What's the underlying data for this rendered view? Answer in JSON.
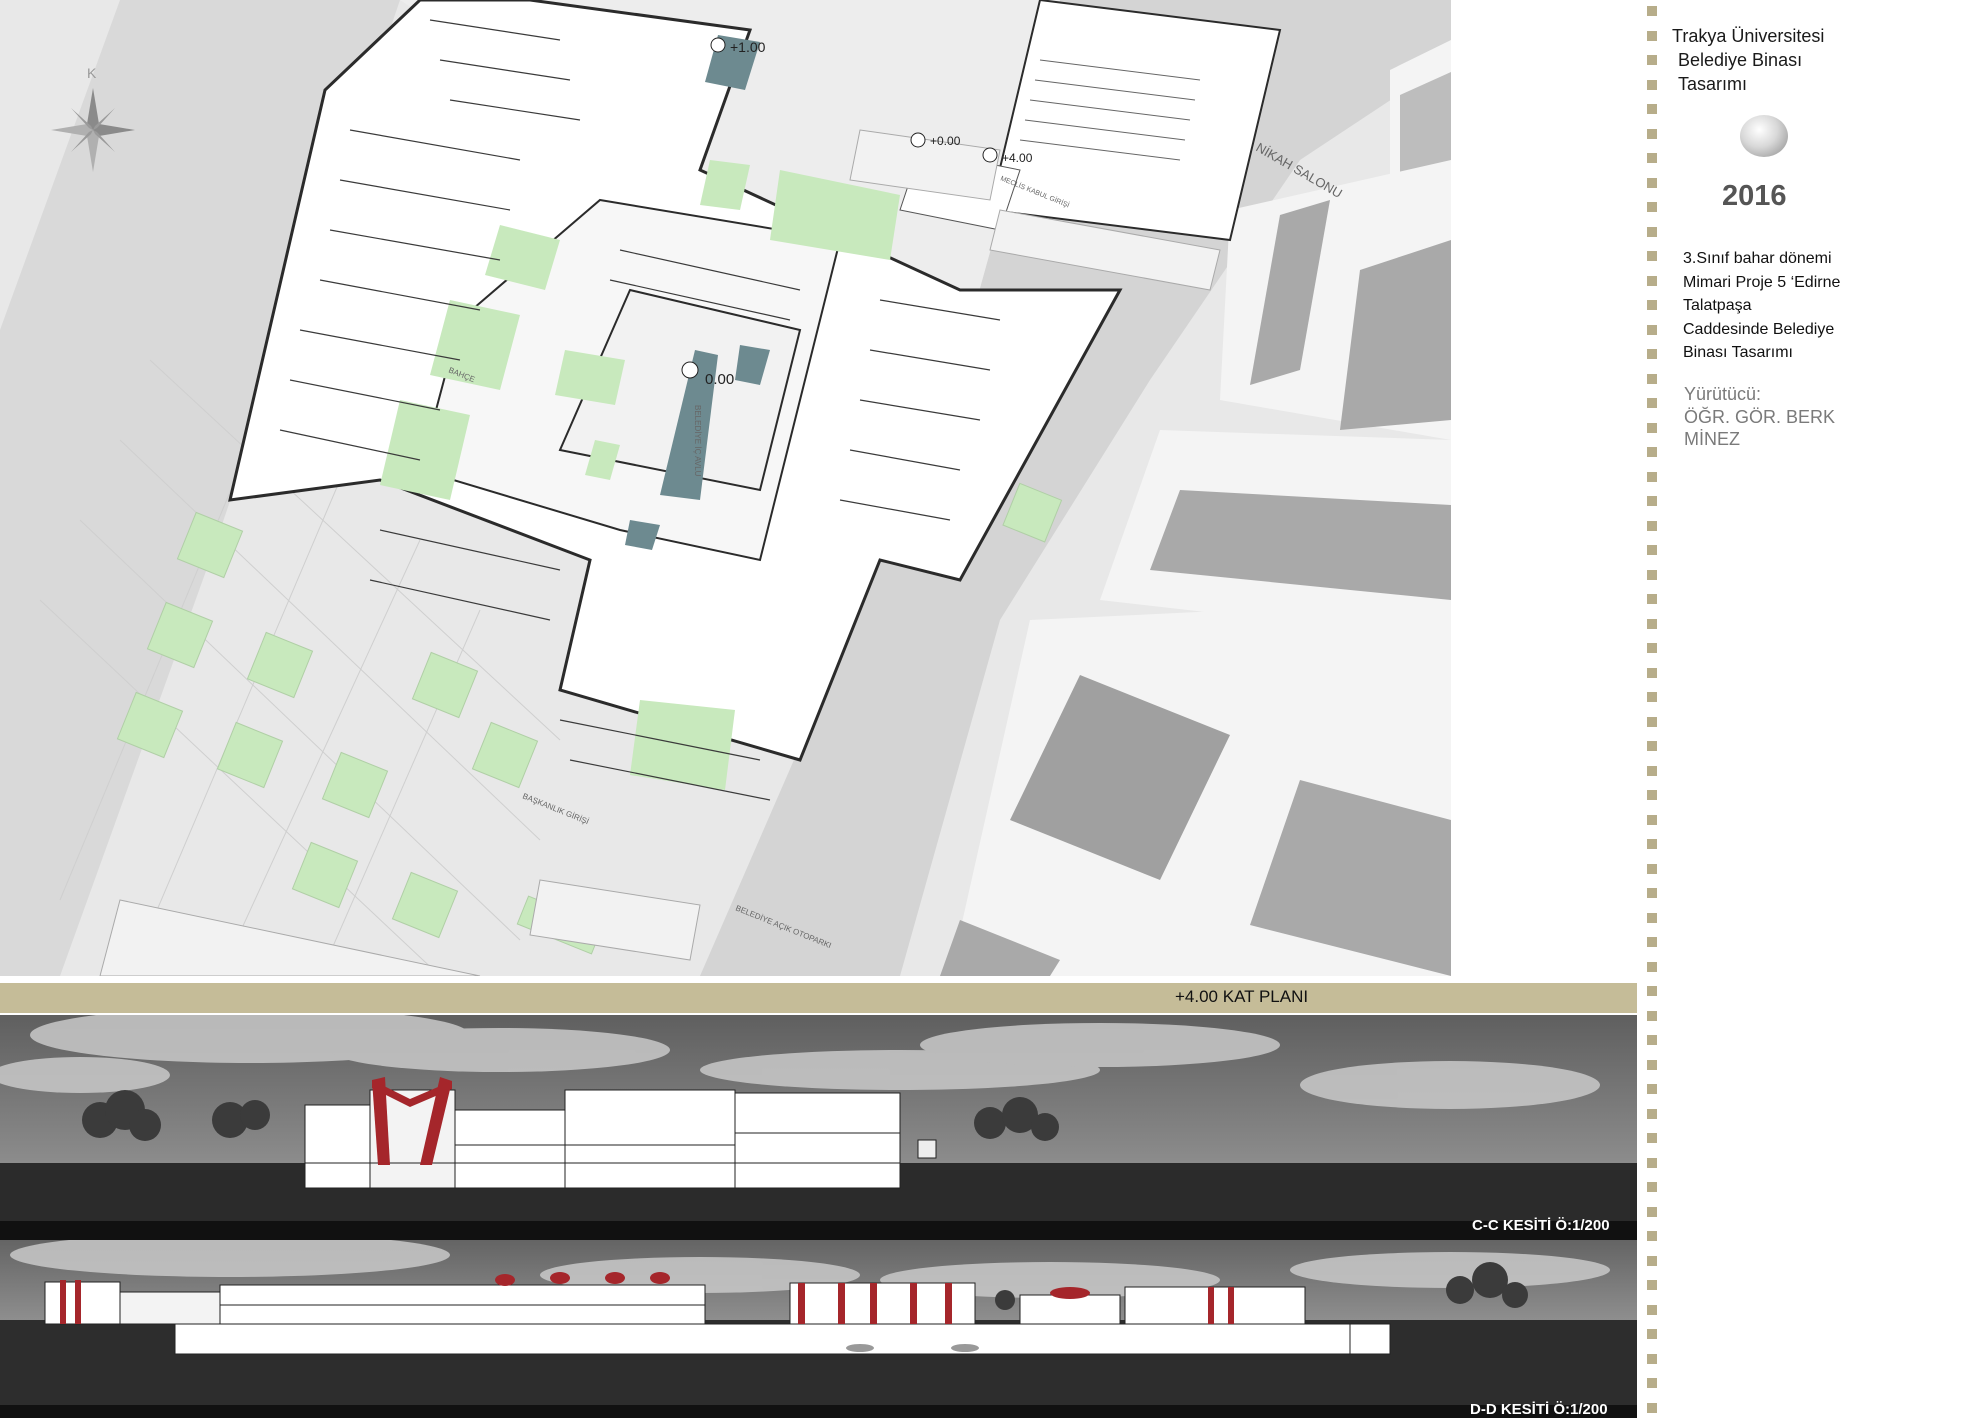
{
  "plan": {
    "compass_letter": "K",
    "level_markers": [
      "+1.00",
      "+0.00",
      "+4.00",
      "0.00"
    ],
    "labels": {
      "nikah": "NİKAH SALONU",
      "bahce": "BAHÇE",
      "court": "BELEDİYE İÇ AVLU",
      "baskanlik": "BAŞKANLIK GİRİŞİ",
      "otopark": "BELEDİYE AÇIK OTOPARKI",
      "meclis": "MECLİS KABUL GİRİŞİ"
    },
    "caption": "+4.00 KAT PLANI",
    "colors": {
      "band": "#c5bc98",
      "green": "#bfe3b0",
      "wall": "#2b2b2b"
    }
  },
  "sections": {
    "cc_caption": "C-C  KESİTİ Ö:1/200",
    "dd_caption": "D-D  KESİTİ Ö:1/200",
    "accent_color": "#a5262b"
  },
  "sidebar": {
    "title_lines": [
      "Trakya  Üniversitesi",
      "Belediye Binası",
      "Tasarımı"
    ],
    "year": "2016",
    "description_lines": [
      "3.Sınıf bahar dönemi",
      "Mimari Proje 5 ‘Edirne",
      "Talatpaşa",
      "Caddesinde Belediye",
      "Binası Tasarımı"
    ],
    "lead_lines": [
      "Yürütücü:",
      "ÖĞR. GÖR. BERK",
      "MİNEZ"
    ]
  }
}
